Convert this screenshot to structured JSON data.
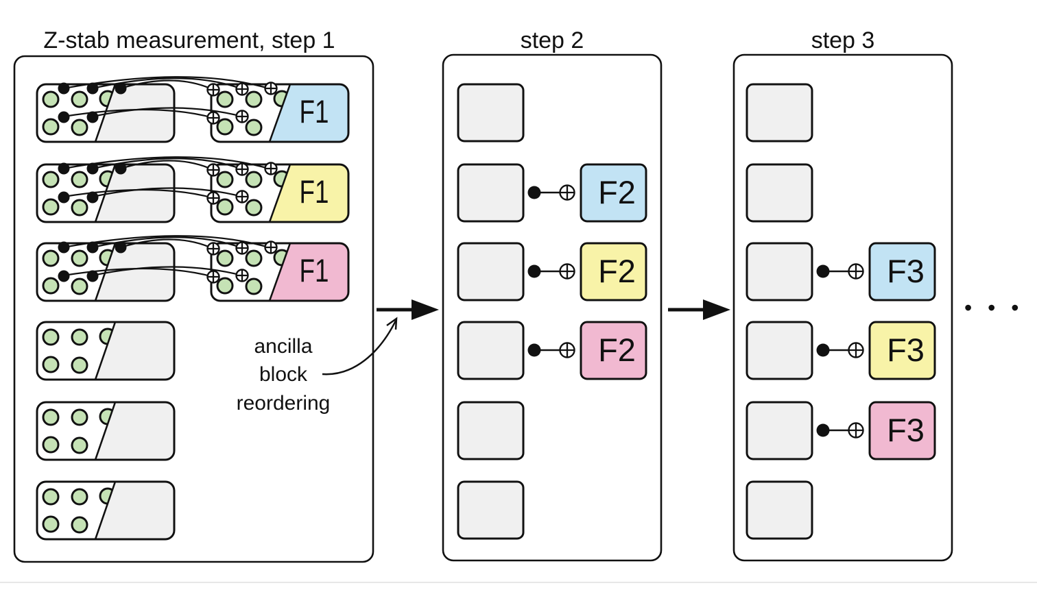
{
  "step1": {
    "title": "Z-stab measurement, step 1",
    "rows": [
      {
        "flag": "blue",
        "label": "F1"
      },
      {
        "flag": "yellow",
        "label": "F1"
      },
      {
        "flag": "pink",
        "label": "F1"
      },
      {},
      {},
      {}
    ]
  },
  "step2": {
    "title": "step 2",
    "rows": [
      {},
      {
        "flag": "blue",
        "label": "F2"
      },
      {
        "flag": "yellow",
        "label": "F2"
      },
      {
        "flag": "pink",
        "label": "F2"
      },
      {},
      {}
    ]
  },
  "step3": {
    "title": "step 3",
    "rows": [
      {},
      {},
      {
        "flag": "blue",
        "label": "F3"
      },
      {
        "flag": "yellow",
        "label": "F3"
      },
      {
        "flag": "pink",
        "label": "F3"
      },
      {}
    ]
  },
  "annotation": {
    "lines": [
      "ancilla",
      "block",
      "reordering"
    ]
  },
  "ellipsis": "• • •",
  "colors": {
    "blue": "#c2e3f4",
    "yellow": "#f8f3a8",
    "pink": "#f1b9d1",
    "green": "#c5e2b5",
    "gray": "#f0f0f0",
    "stroke": "#111111",
    "separator": "#e7e7e7"
  }
}
